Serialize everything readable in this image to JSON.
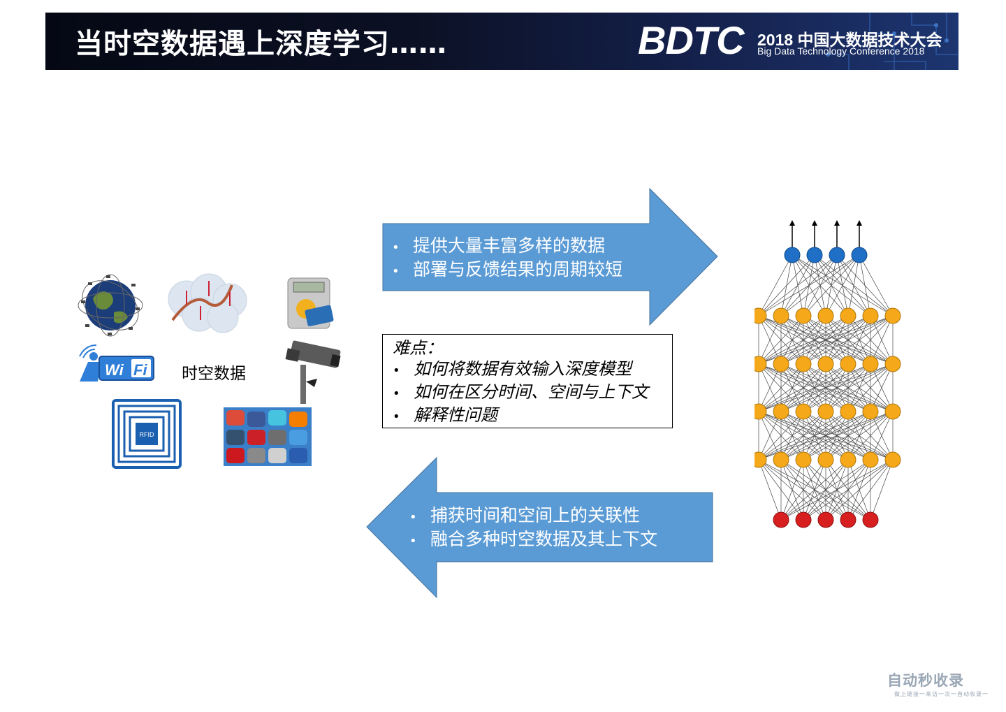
{
  "header": {
    "title": "当时空数据遇上深度学习……",
    "logo_text": "BDTC",
    "conference_cn": "2018 中国大数据技术大会",
    "conference_en": "Big Data Technology Conference 2018"
  },
  "right_arrow": {
    "bullets": [
      "提供大量丰富多样的数据",
      "部署与反馈结果的周期较短"
    ],
    "color": "#5b9bd5"
  },
  "left_arrow": {
    "bullets": [
      "捕获时间和空间上的关联性",
      "融合多种时空数据及其上下文"
    ],
    "color": "#5b9bd5"
  },
  "difficulty": {
    "heading": "难点：",
    "bullets": [
      "如何将数据有效输入深度模型",
      "如何在区分时间、空间与上下文",
      "解释性问题"
    ]
  },
  "spatiotemporal": {
    "label": "时空数据",
    "sources": [
      "gps-satellite-globe",
      "cell-tower-coverage",
      "transit-card-reader",
      "wifi-logo",
      "surveillance-camera",
      "rfid-tag",
      "social-media-apps"
    ],
    "wifi_text": "Wi Fi",
    "rfid_text": "RFID"
  },
  "neural_network": {
    "layers": [
      4,
      7,
      7,
      7,
      7,
      5
    ],
    "colors": {
      "output": "#1f6fc6",
      "hidden": "#f5a81a",
      "input": "#d81f1f"
    }
  },
  "watermark": {
    "main": "自动秒收录",
    "sub": "做上链接一来访一次一自动收录一"
  }
}
